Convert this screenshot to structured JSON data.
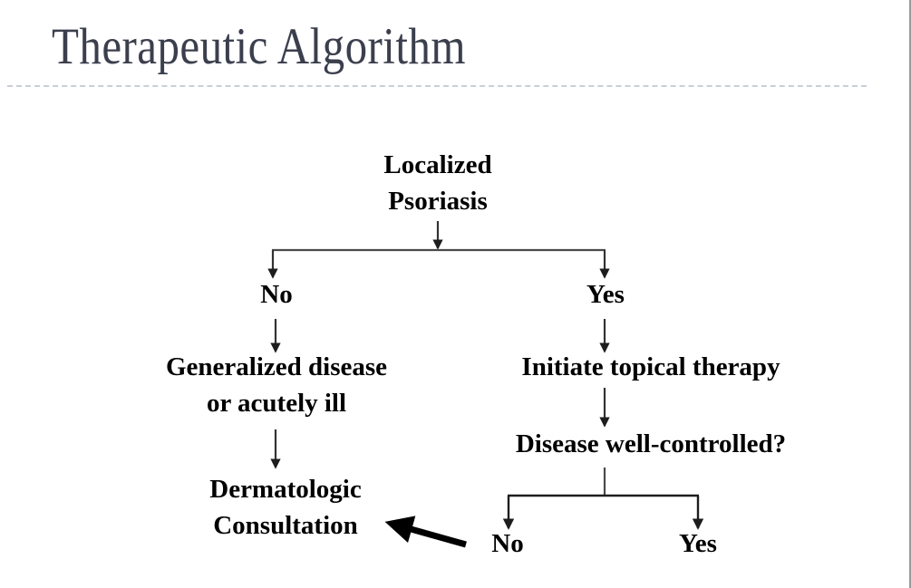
{
  "slide": {
    "title": "Therapeutic Algorithm",
    "background_color": "#ffffff",
    "title_color": "#3b3f4d",
    "divider_color": "#c9ced8",
    "connector_color": "#3a3a3a",
    "text_color": "#000000"
  },
  "flowchart": {
    "type": "decision-tree",
    "nodes": {
      "root": "Localized\nPsoriasis",
      "branch_no": "No",
      "branch_yes": "Yes",
      "generalized": "Generalized disease\nor acutely ill",
      "initiate": "Initiate topical therapy",
      "disease_question": "Disease well-controlled?",
      "dermatologic": "Dermatologic\nConsultation",
      "final_no": "No",
      "final_yes": "Yes"
    },
    "edges": [
      {
        "from": "root",
        "to": "split-1",
        "label": ""
      },
      {
        "from": "split-1",
        "to": "branch_no",
        "label": "No"
      },
      {
        "from": "split-1",
        "to": "branch_yes",
        "label": "Yes"
      },
      {
        "from": "branch_no",
        "to": "generalized",
        "label": ""
      },
      {
        "from": "generalized",
        "to": "dermatologic",
        "label": ""
      },
      {
        "from": "branch_yes",
        "to": "initiate",
        "label": ""
      },
      {
        "from": "initiate",
        "to": "disease_question",
        "label": ""
      },
      {
        "from": "disease_question",
        "to": "final_no",
        "label": "No"
      },
      {
        "from": "disease_question",
        "to": "final_yes",
        "label": "Yes"
      },
      {
        "from": "final_no",
        "to": "dermatologic",
        "label": ""
      }
    ]
  }
}
